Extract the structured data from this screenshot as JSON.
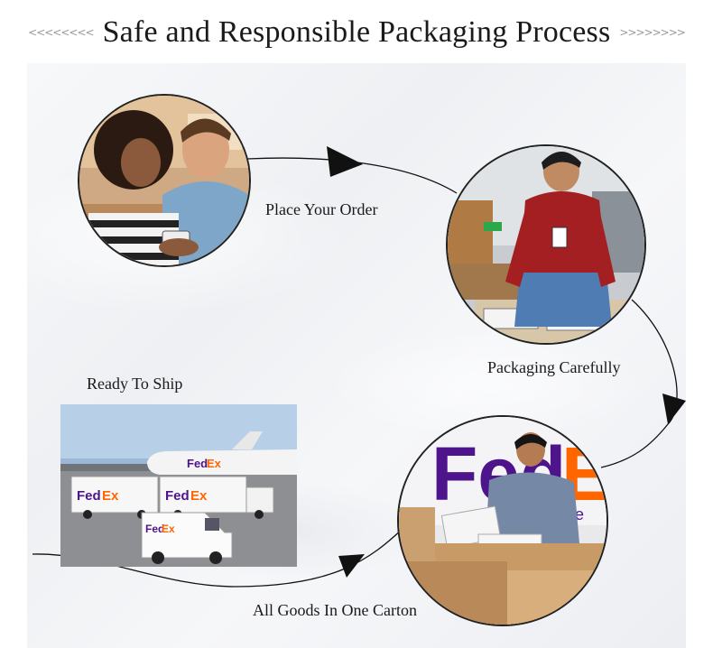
{
  "header": {
    "title": "Safe and Responsible Packaging Process",
    "deco_left": "<<<<<<<<",
    "deco_right": ">>>>>>>>"
  },
  "steps": [
    {
      "label": "Place Your Order",
      "image_icon": "couple-shopping-photo"
    },
    {
      "label": "Packaging Carefully",
      "image_icon": "warehouse-packing-photo"
    },
    {
      "label": "All Goods In One Carton",
      "image_icon": "carton-packing-photo"
    },
    {
      "label": "Ready To Ship",
      "image_icon": "fedex-fleet-photo"
    }
  ],
  "logos": {
    "brand_fed": "Fed",
    "brand_ex": "Ex",
    "express_text": "expre"
  },
  "colors": {
    "fedex_purple": "#4d148c",
    "fedex_orange": "#ff6600",
    "arrow": "#111111"
  }
}
